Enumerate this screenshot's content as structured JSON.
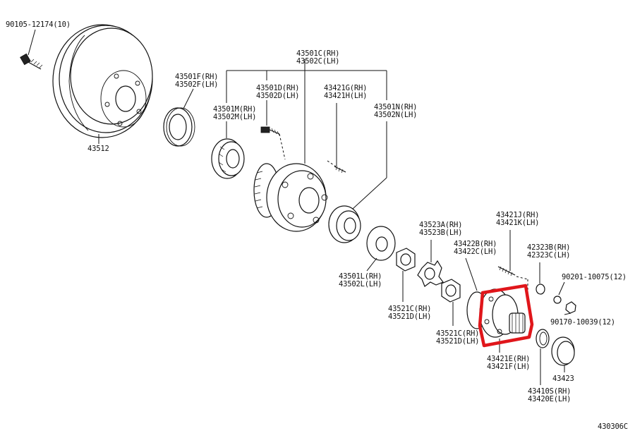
{
  "diagram": {
    "figure_code": "430306C",
    "highlight_color": "#e0161b",
    "labels": {
      "bolt": "90105-12174(10)",
      "disc": "43512",
      "seal_outer": [
        "43501F(RH)",
        "43502F(LH)"
      ],
      "hub_group": [
        "43501C(RH)",
        "43502C(LH)"
      ],
      "bolt_d": [
        "43501D(RH)",
        "43502D(LH)"
      ],
      "stud_g": [
        "43421G(RH)",
        "43421H(LH)"
      ],
      "bearing_m": [
        "43501M(RH)",
        "43502M(LH)"
      ],
      "bearing_n": [
        "43501N(RH)",
        "43502N(LH)"
      ],
      "washer_l": [
        "43501L(RH)",
        "43502L(LH)"
      ],
      "nut_a": [
        "43523A(RH)",
        "43523B(LH)"
      ],
      "nut_c1": [
        "43521C(RH)",
        "43521D(LH)"
      ],
      "gasket": [
        "43422B(RH)",
        "43422C(LH)"
      ],
      "nut_c2": [
        "43521C(RH)",
        "43521D(LH)"
      ],
      "stud_j": [
        "43421J(RH)",
        "43421K(LH)"
      ],
      "cone_b": [
        "42323B(RH)",
        "42323C(LH)"
      ],
      "washer_90201": "90201-10075(12)",
      "nut_90170": "90170-10039(12)",
      "flange_e": [
        "43421E(RH)",
        "43421F(LH)"
      ],
      "cap": "43423",
      "snap_ring": [
        "43410S(RH)",
        "43420E(LH)"
      ]
    }
  }
}
